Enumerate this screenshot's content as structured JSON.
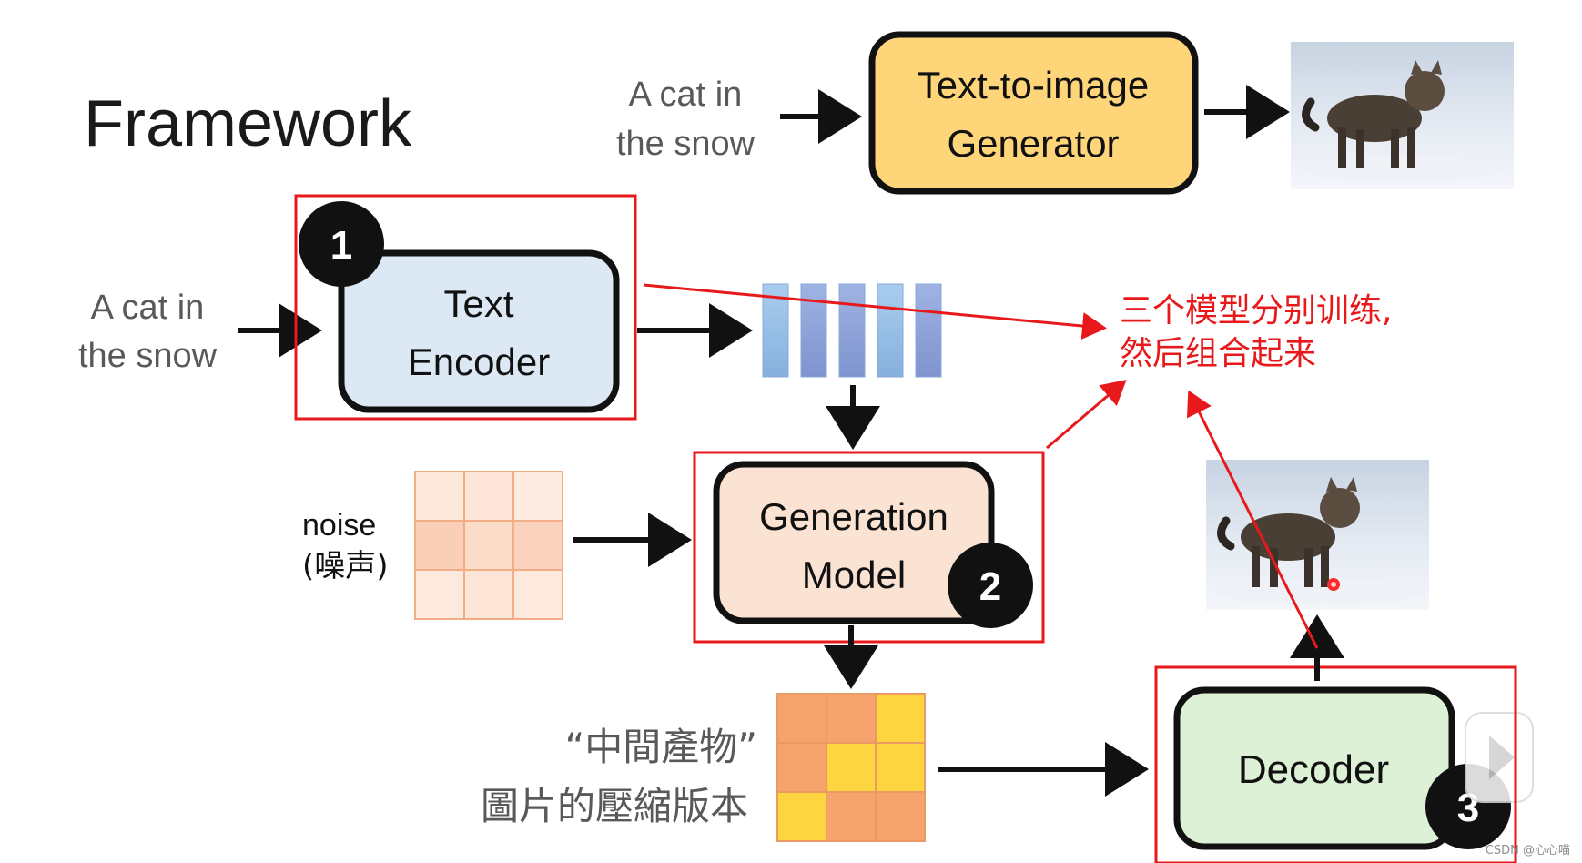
{
  "title": "Framework",
  "top": {
    "input_line1": "A cat in",
    "input_line2": "the snow",
    "generator_line1": "Text-to-image",
    "generator_line2": "Generator"
  },
  "encoder": {
    "input_line1": "A cat in",
    "input_line2": "the snow",
    "badge": "1",
    "label_line1": "Text",
    "label_line2": "Encoder"
  },
  "generation": {
    "noise_line1": "noise",
    "noise_line2": "(噪声)",
    "badge": "2",
    "label_line1": "Generation",
    "label_line2": "Model"
  },
  "intermediate": {
    "line1": "“中間產物”",
    "line2": "圖片的壓縮版本"
  },
  "decoder": {
    "badge": "3",
    "label": "Decoder"
  },
  "annotation": {
    "line1": "三个模型分别训练,",
    "line2": "然后组合起来"
  },
  "watermark": "CSDN @心心喵",
  "colors": {
    "generator_fill": "#ffd57a",
    "encoder_fill": "#dce9f5",
    "generation_fill": "#fbe3d4",
    "decoder_fill": "#ddf1d6",
    "annotation_red": "#e8191b",
    "text_gray": "#595959"
  }
}
